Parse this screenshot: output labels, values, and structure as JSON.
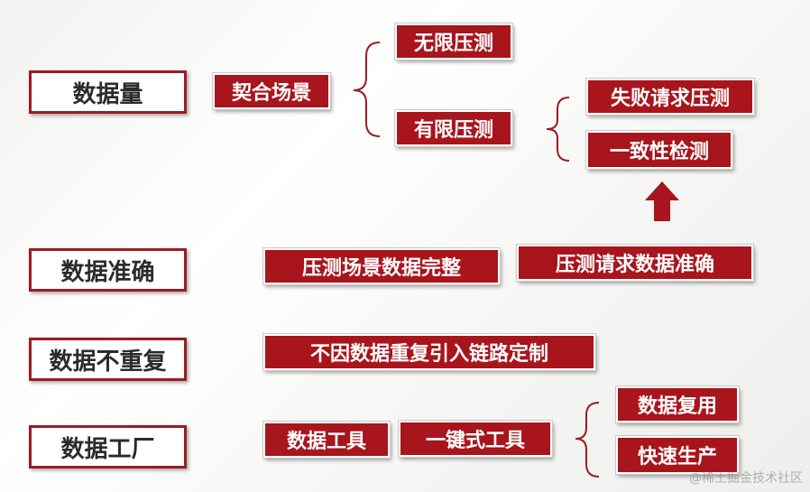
{
  "categories": {
    "data_volume": "数据量",
    "data_accuracy": "数据准确",
    "data_no_duplicate": "数据不重复",
    "data_factory": "数据工厂"
  },
  "nodes": {
    "fit_scenario": "契合场景",
    "unlimited_stress": "无限压测",
    "limited_stress": "有限压测",
    "failed_request_stress": "失败请求压测",
    "consistency_check": "一致性检测",
    "scenario_data_complete": "压测场景数据完整",
    "request_data_accurate": "压测请求数据准确",
    "no_duplicate_custom": "不因数据重复引入链路定制",
    "data_tool": "数据工具",
    "one_key_tool": "一键式工具",
    "data_reuse": "数据复用",
    "fast_produce": "快速生产"
  },
  "watermark": "@稀土掘金技术社区",
  "colors": {
    "accent_red": "#a8151d",
    "border_red": "#9b1c22"
  }
}
